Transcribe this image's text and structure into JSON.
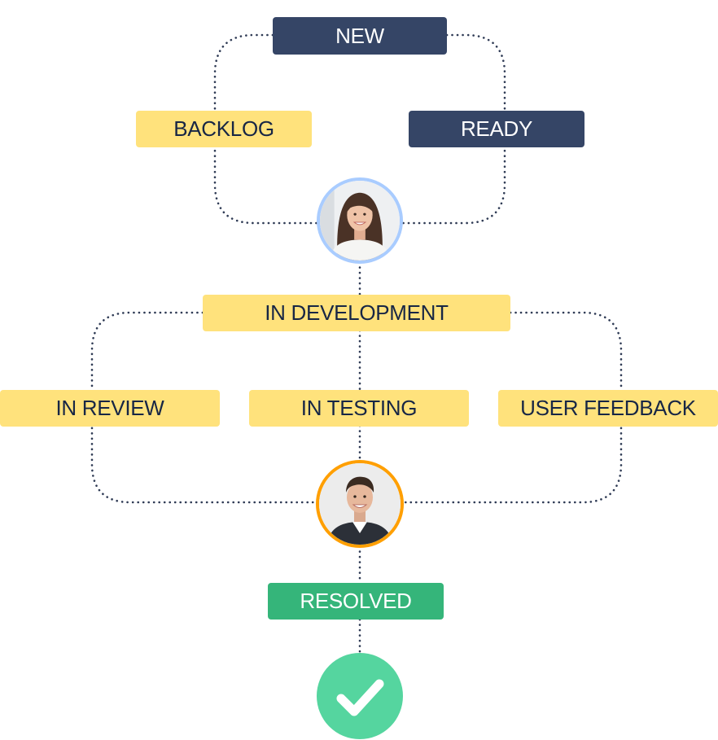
{
  "diagram": {
    "nodes": {
      "new": "NEW",
      "backlog": "BACKLOG",
      "ready": "READY",
      "in_development": "IN DEVELOPMENT",
      "in_review": "IN REVIEW",
      "in_testing": "IN TESTING",
      "user_feedback": "USER FEEDBACK",
      "resolved": "RESOLVED"
    },
    "colors": {
      "navy": "#354566",
      "yellow": "#ffe27c",
      "green": "#35b57a",
      "check_circle": "#55d59f",
      "avatar_ring_1": "#a9ccff",
      "avatar_ring_2": "#ff9f00",
      "connector": "#2f3b55"
    },
    "icons": {
      "avatar_1": "woman-avatar-icon",
      "avatar_2": "man-avatar-icon",
      "done": "checkmark-circle-icon"
    }
  }
}
